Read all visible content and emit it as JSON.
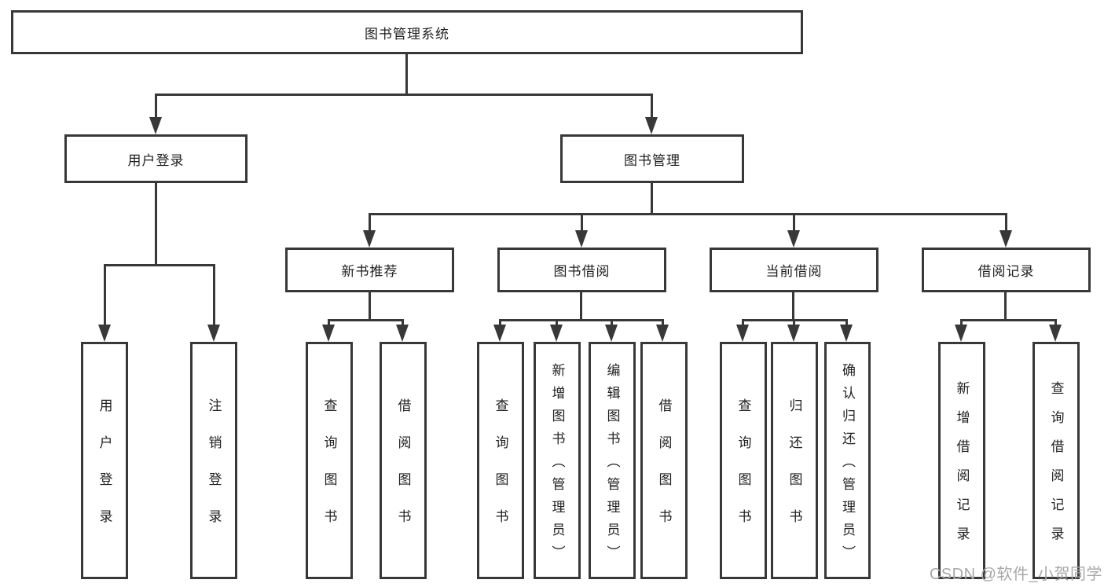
{
  "diagram": {
    "title": "图书管理系统",
    "nodes": {
      "root": {
        "label": "图书管理系统",
        "level": 1
      },
      "user_login": {
        "label": "用户登录",
        "level": 2
      },
      "book_mgmt": {
        "label": "图书管理",
        "level": 2
      },
      "new_books": {
        "label": "新书推荐",
        "level": 3
      },
      "book_borrow": {
        "label": "图书借阅",
        "level": 3
      },
      "current_borrow": {
        "label": "当前借阅",
        "level": 3
      },
      "borrow_records": {
        "label": "借阅记录",
        "level": 3
      },
      "leaf_user_login": {
        "label": "用户登录",
        "level": 4
      },
      "leaf_logout": {
        "label": "注销登录",
        "level": 4
      },
      "leaf_nb_query": {
        "label": "查询图书",
        "level": 4
      },
      "leaf_nb_borrow": {
        "label": "借阅图书",
        "level": 4
      },
      "leaf_bb_query": {
        "label": "查询图书",
        "level": 4
      },
      "leaf_bb_add": {
        "label": "新增图书（管理员）",
        "level": 4
      },
      "leaf_bb_edit": {
        "label": "编辑图书（管理员）",
        "level": 4
      },
      "leaf_bb_borrow": {
        "label": "借阅图书",
        "level": 4
      },
      "leaf_cb_query": {
        "label": "查询图书",
        "level": 4
      },
      "leaf_cb_return": {
        "label": "归还图书",
        "level": 4
      },
      "leaf_cb_confirm": {
        "label": "确认归还（管理员）",
        "level": 4
      },
      "leaf_br_add": {
        "label": "新增借阅记录",
        "level": 4
      },
      "leaf_br_query": {
        "label": "查询借阅记录",
        "level": 4
      }
    },
    "edges": [
      [
        "root",
        "user_login"
      ],
      [
        "root",
        "book_mgmt"
      ],
      [
        "user_login",
        "leaf_user_login"
      ],
      [
        "user_login",
        "leaf_logout"
      ],
      [
        "book_mgmt",
        "new_books"
      ],
      [
        "book_mgmt",
        "book_borrow"
      ],
      [
        "book_mgmt",
        "current_borrow"
      ],
      [
        "book_mgmt",
        "borrow_records"
      ],
      [
        "new_books",
        "leaf_nb_query"
      ],
      [
        "new_books",
        "leaf_nb_borrow"
      ],
      [
        "book_borrow",
        "leaf_bb_query"
      ],
      [
        "book_borrow",
        "leaf_bb_add"
      ],
      [
        "book_borrow",
        "leaf_bb_edit"
      ],
      [
        "book_borrow",
        "leaf_bb_borrow"
      ],
      [
        "current_borrow",
        "leaf_cb_query"
      ],
      [
        "current_borrow",
        "leaf_cb_return"
      ],
      [
        "current_borrow",
        "leaf_cb_confirm"
      ],
      [
        "borrow_records",
        "leaf_br_add"
      ],
      [
        "borrow_records",
        "leaf_br_query"
      ]
    ],
    "colors": {
      "line": "#383838",
      "border": "#383838",
      "text": "#212121",
      "background": "#ffffff",
      "watermark": "#a8a8a8"
    }
  },
  "watermark": {
    "text": "CSDN @软件_小贺同学"
  }
}
